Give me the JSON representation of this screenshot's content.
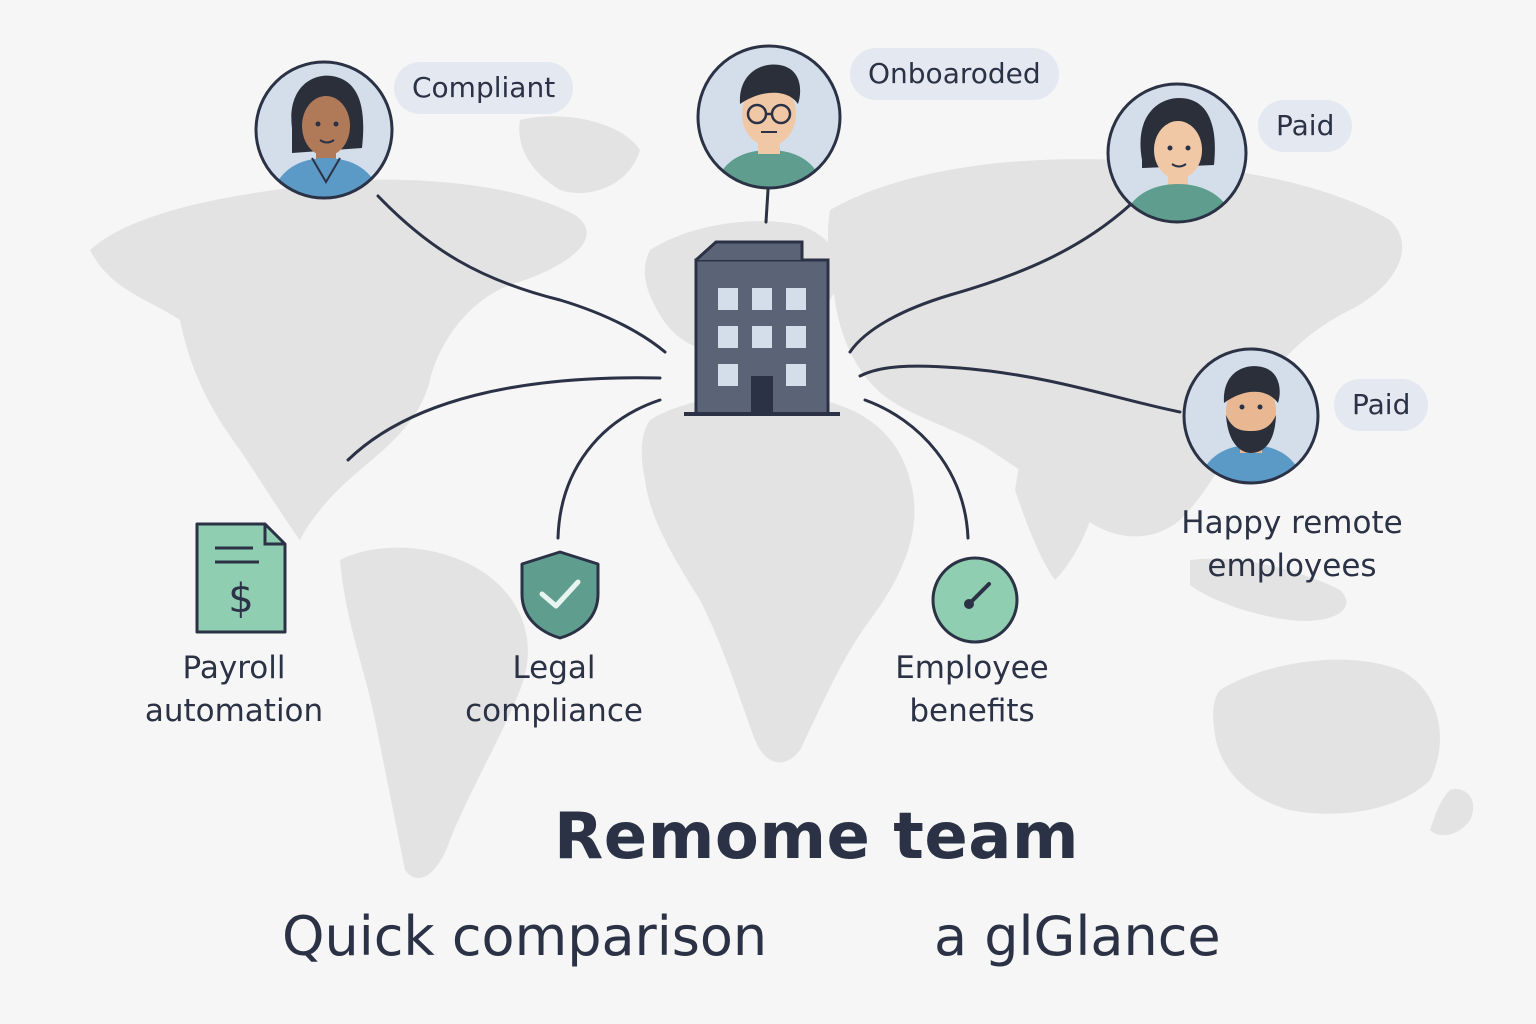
{
  "badges": {
    "top_left": "Compliant",
    "top_center": "Onboaroded",
    "top_right": "Paid",
    "right": "Paid"
  },
  "features": {
    "payroll": [
      "Payroll",
      "automation"
    ],
    "legal": [
      "Legal",
      "compliance"
    ],
    "benefits": [
      "Employee",
      "benefits"
    ]
  },
  "employees_caption": [
    "Happy remote",
    "employees"
  ],
  "title": "Remome team",
  "subtitle_left": "Quick comparison",
  "subtitle_right": "a glGlance",
  "colors": {
    "ink": "#2b3245",
    "map": "#e2e2e2",
    "badge_bg": "#e4e8f0",
    "avatar_bg": "#d3deea",
    "teal": "#5f9e8f",
    "green_fill": "#8fceb0",
    "building": "#5b6477"
  },
  "icons": [
    "world-map",
    "office-building-icon",
    "payroll-document-icon",
    "shield-check-icon",
    "gauge-icon"
  ]
}
